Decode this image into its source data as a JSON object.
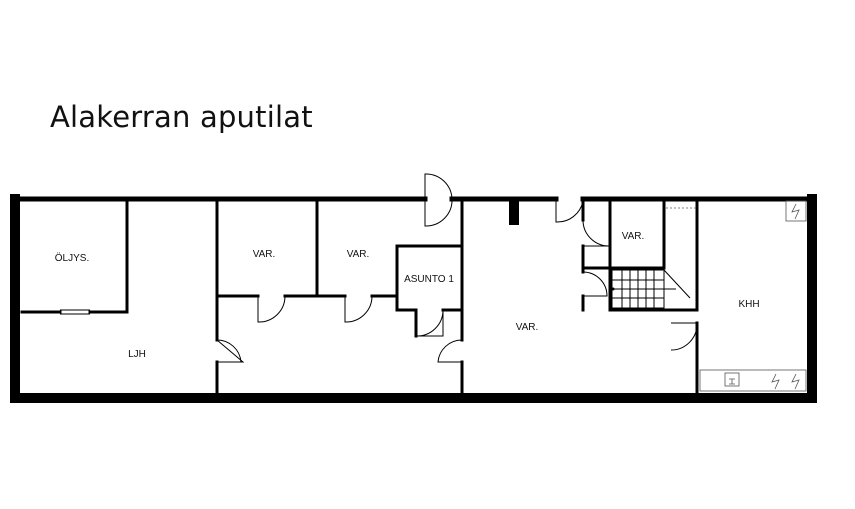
{
  "title": "Alakerran aputilat",
  "rooms": {
    "oljys": "ÖLJYS.",
    "var1": "VAR.",
    "var2": "VAR.",
    "asunto1": "ASUNTO 1",
    "var_main": "VAR.",
    "var_small": "VAR.",
    "khh": "KHH",
    "ljh": "LJH"
  }
}
